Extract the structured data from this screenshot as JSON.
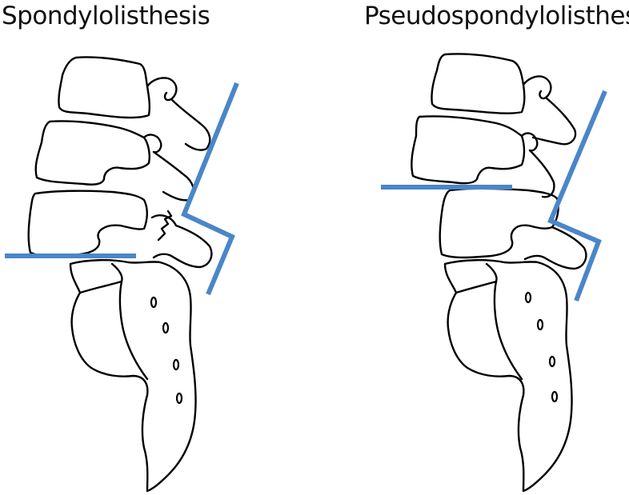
{
  "panels": {
    "left": {
      "title": "Spondylolisthesis"
    },
    "right": {
      "title": "Pseudospondylolisthesis"
    }
  },
  "colors": {
    "guide_line": "#4a86c8",
    "outline": "#000000"
  },
  "icons": [
    "vertebra-outline",
    "sacrum-outline",
    "pars-fracture-zigzag",
    "alignment-guide-line"
  ]
}
